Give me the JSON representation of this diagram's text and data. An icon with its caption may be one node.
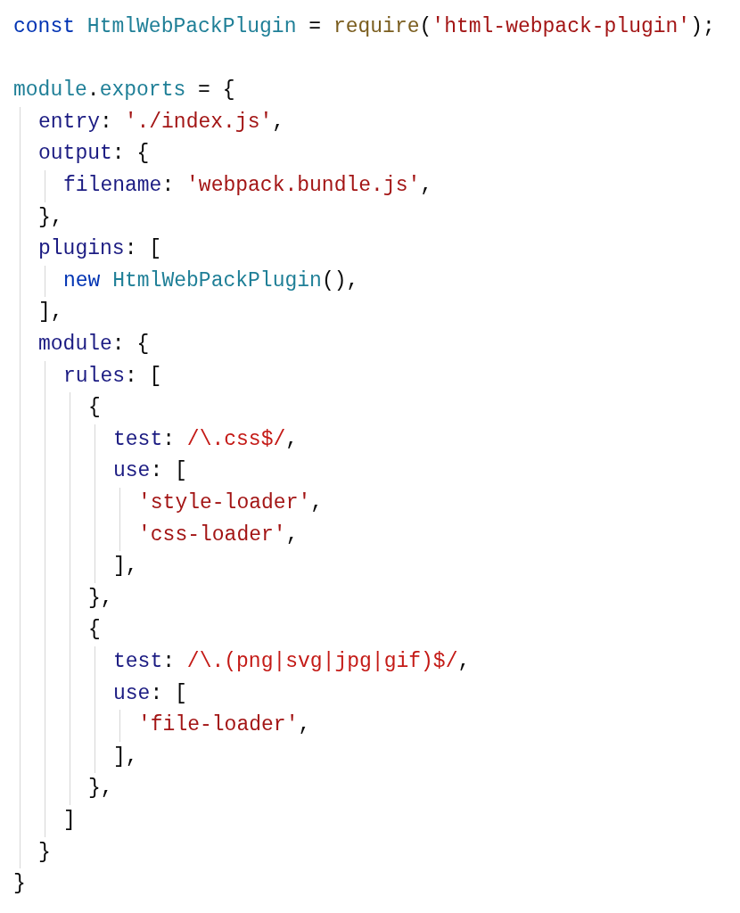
{
  "diagram": {
    "labels": [
      "const HtmlWebPackPlugin = require('html-webpack-plugin');",
      "module.exports = {",
      "entry: './index.js',",
      "output: {",
      "filename: 'webpack.bundle.js',",
      "},",
      "plugins: [",
      "new HtmlWebPackPlugin(),",
      "],",
      "module: {",
      "rules: [",
      "{",
      "test: /\\.css$/,",
      "use: [",
      "'style-loader',",
      "'css-loader',",
      "],",
      "},",
      "{",
      "test: /\\.(png|svg|jpg|gif)$/,",
      "use: [",
      "'file-loader',",
      "],",
      "},",
      "]",
      "}",
      "}"
    ]
  }
}
